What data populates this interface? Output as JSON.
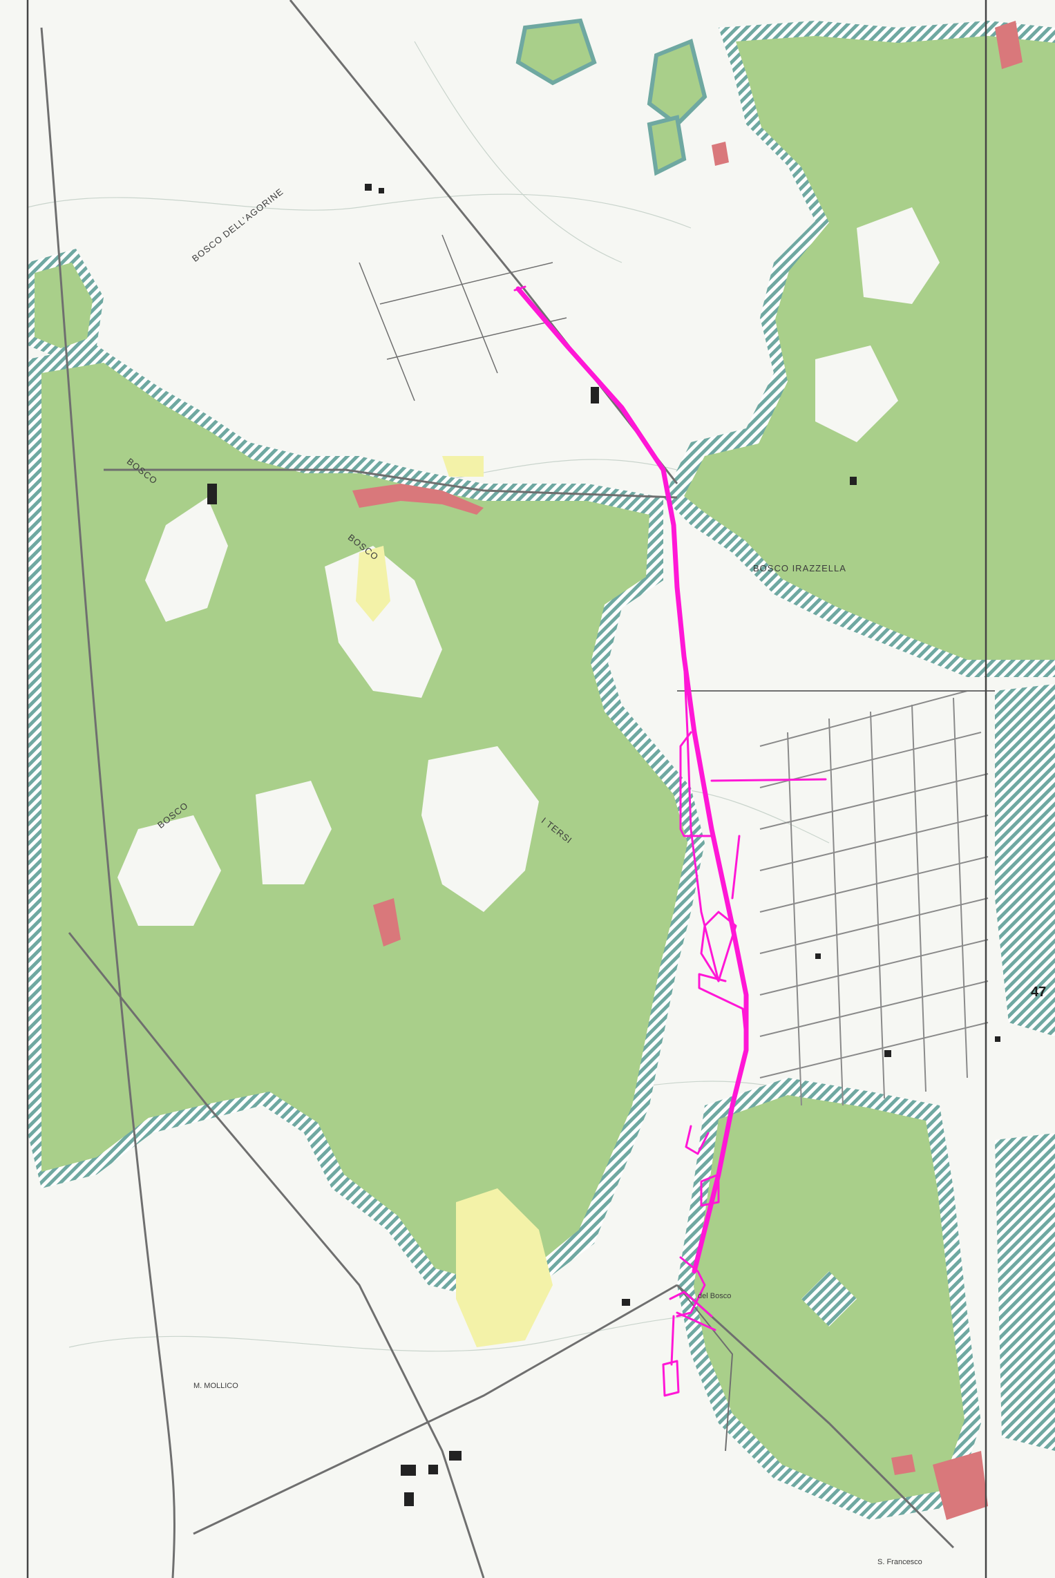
{
  "map": {
    "labels": {
      "bosco_top": "BOSCO DELL'AGORINE",
      "bosco_west": "BOSCO",
      "bosco_center": "BOSCO",
      "bosco_east": "BOSCO IRAZZELLA",
      "bosco_west2": "BOSCO",
      "tersi": "I TERSI",
      "del_bosco": "del Bosco",
      "m_mollico": "M. MOLLICO",
      "sheet_number": "47",
      "bottom_town": "S. Francesco"
    },
    "colors": {
      "background": "#f6f7f3",
      "forest": "#a9cf8a",
      "forest_hatch": "#6fa8a1",
      "route": "#ff17d6",
      "road": "#8a8a8a",
      "building": "#222222",
      "urban": "#d9787b",
      "yellow_area": "#f3f2a8",
      "grid_line": "#444444"
    }
  }
}
